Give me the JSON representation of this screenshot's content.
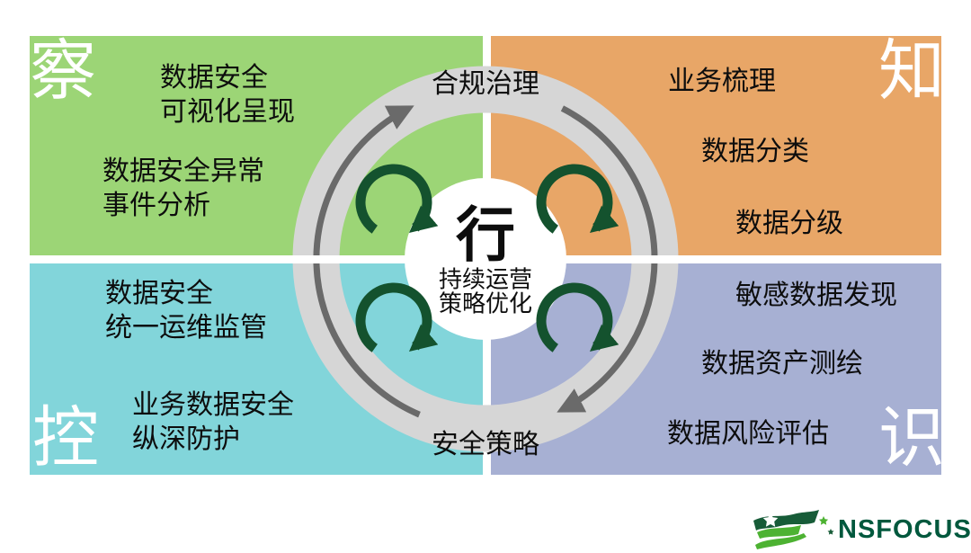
{
  "quadrants": {
    "top_left": {
      "label": "察",
      "item1_line1": "数据安全",
      "item1_line2": "可视化呈现",
      "item2_line1": "数据安全异常",
      "item2_line2": "事件分析"
    },
    "top_right": {
      "label": "知",
      "item1": "业务梳理",
      "item2": "数据分类",
      "item3": "数据分级"
    },
    "bottom_left": {
      "label": "控",
      "item1_line1": "数据安全",
      "item1_line2": "统一运维监管",
      "item2_line1": "业务数据安全",
      "item2_line2": "纵深防护"
    },
    "bottom_right": {
      "label": "识",
      "item1": "敏感数据发现",
      "item2": "数据资产测绘",
      "item3": "数据风险评估"
    }
  },
  "cycle": {
    "top_label": "合规治理",
    "bottom_label": "安全策略"
  },
  "center": {
    "title": "行",
    "subtitle_line1": "持续运营",
    "subtitle_line2": "策略优化"
  },
  "logo": {
    "brand": "NSFOCUS"
  },
  "colors": {
    "quadrant_green": "#9cd576",
    "quadrant_orange": "#e8a667",
    "quadrant_cyan": "#82d5da",
    "quadrant_blue": "#a7b0d3",
    "ring_gray": "#d6d6d6",
    "arc_dark_gray": "#6a6a6a",
    "cycle_arrow_green": "#14522e",
    "logo_dark_green": "#00583d",
    "logo_light_green": "#4db232",
    "text_black": "#0d0d0d",
    "label_white": "#ffffff"
  }
}
